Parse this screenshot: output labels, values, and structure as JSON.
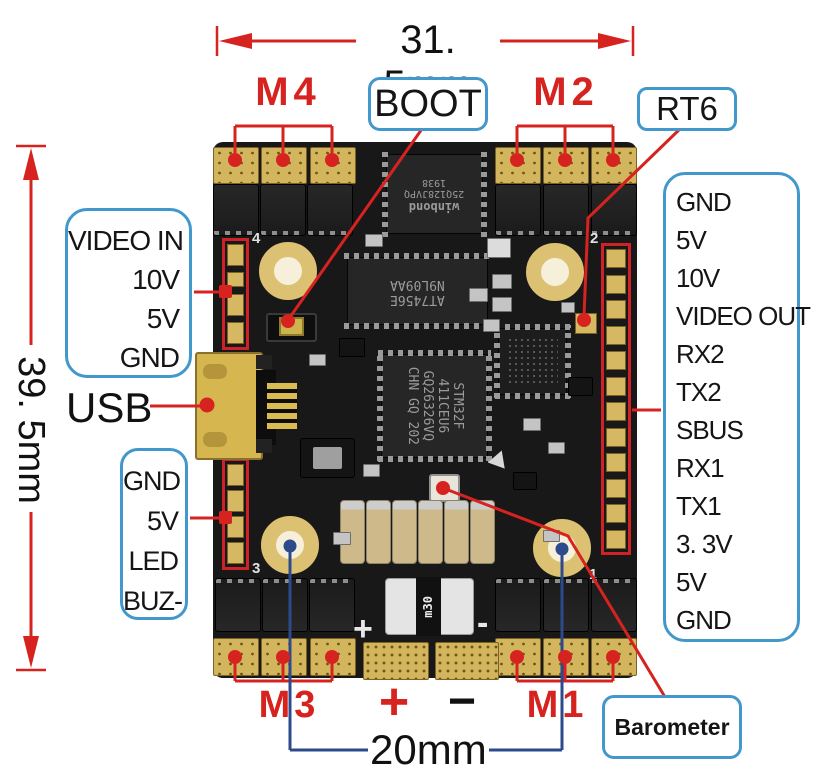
{
  "dimensions": {
    "width": "31. 5mm",
    "height": "39. 5mm",
    "mount_spacing": "20mm"
  },
  "motor_labels": {
    "m4": "M4",
    "m2": "M2",
    "m3": "M3",
    "m1": "M1"
  },
  "callouts": {
    "boot": "BOOT",
    "rt6": "RT6",
    "usb": "USB",
    "barometer": "Barometer",
    "plus": "+",
    "minus": "−"
  },
  "pinouts": {
    "left_top": [
      "VIDEO IN",
      "10V",
      "5V",
      "GND"
    ],
    "left_bottom": [
      "GND",
      "5V",
      "LED",
      "BUZ-"
    ],
    "right": [
      "GND",
      "5V",
      "10V",
      "VIDEO OUT",
      "RX2",
      "TX2",
      "SBUS",
      "RX1",
      "TX1",
      "3. 3V",
      "5V",
      "GND"
    ]
  },
  "silkscreen": {
    "c4": "4",
    "c2": "2",
    "c3": "3",
    "c1": "1",
    "plus": "+",
    "minus": "-",
    "fuse": "m30"
  },
  "chips": {
    "flash_l1": "winbond",
    "flash_l2": "25Q128JVPQ",
    "flash_l3": "1938",
    "osd_l1": "AT7456E",
    "osd_l2": "N9L09AA",
    "mcu_l1": "STM32F",
    "mcu_l2": "411CEU6",
    "mcu_l3": "GQ26326VQ",
    "mcu_l4": "CHN GQ 202"
  },
  "colors": {
    "annotation_red": "#d7231f",
    "callout_border_blue": "#4298cb",
    "dimension_blue": "#2d4a8c",
    "pad_gold": "#d3b55e"
  }
}
